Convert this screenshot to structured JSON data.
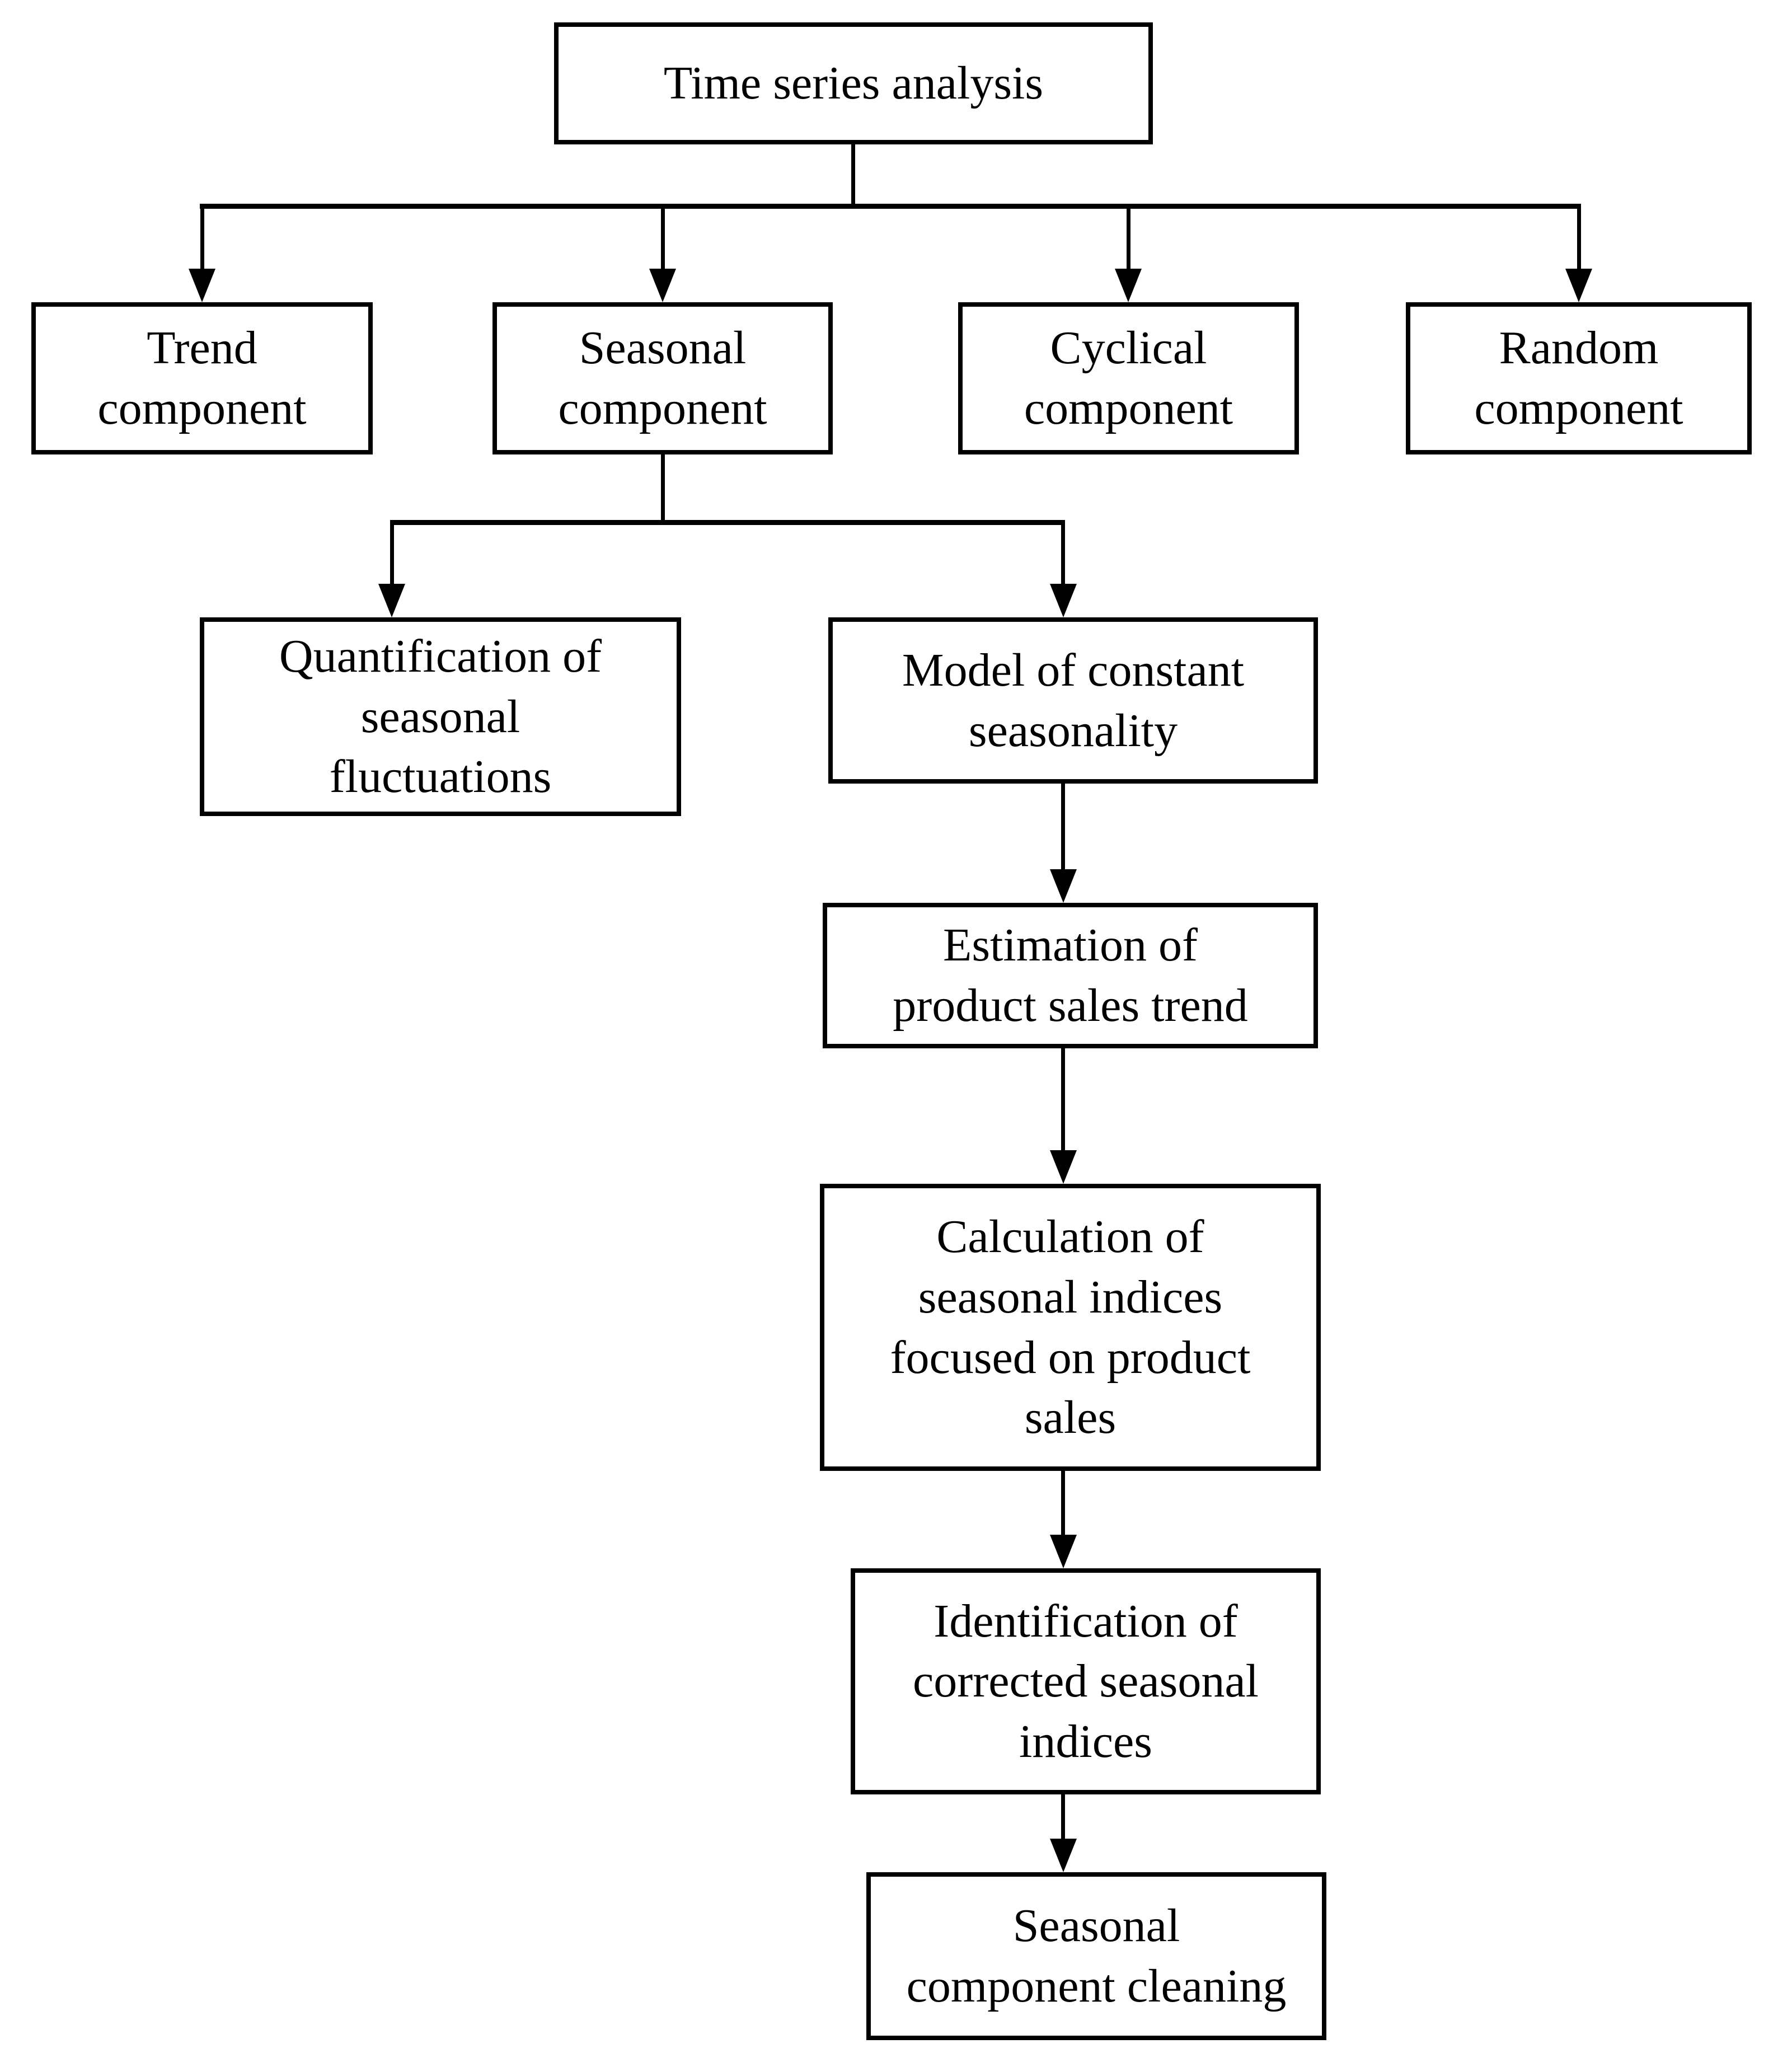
{
  "diagram": {
    "type": "flowchart",
    "colors": {
      "ink": "#000000",
      "background": "#ffffff"
    },
    "nodes": [
      {
        "id": "time-series-analysis",
        "label": "Time series analysis",
        "lines": [
          "Time series analysis"
        ]
      },
      {
        "id": "trend-component",
        "label": "Trend component",
        "lines": [
          "Trend",
          "component"
        ]
      },
      {
        "id": "seasonal-component",
        "label": "Seasonal component",
        "lines": [
          "Seasonal",
          "component"
        ]
      },
      {
        "id": "cyclical-component",
        "label": "Cyclical component",
        "lines": [
          "Cyclical",
          "component"
        ]
      },
      {
        "id": "random-component",
        "label": "Random component",
        "lines": [
          "Random",
          "component"
        ]
      },
      {
        "id": "quantification-of-seasonal-fluctuations",
        "label": "Quantification of seasonal fluctuations",
        "lines": [
          "Quantification of",
          "seasonal",
          "fluctuations"
        ]
      },
      {
        "id": "model-of-constant-seasonality",
        "label": "Model of constant seasonality",
        "lines": [
          "Model of constant",
          "seasonality"
        ]
      },
      {
        "id": "estimation-of-product-sales-trend",
        "label": "Estimation of product sales trend",
        "lines": [
          "Estimation of",
          "product sales trend"
        ]
      },
      {
        "id": "calculation-of-seasonal-indices",
        "label": "Calculation of seasonal indices focused on product sales",
        "lines": [
          "Calculation of",
          "seasonal indices",
          "focused on product",
          "sales"
        ]
      },
      {
        "id": "identification-of-corrected-seasonal-indices",
        "label": "Identification of corrected seasonal indices",
        "lines": [
          "Identification of",
          "corrected seasonal",
          "indices"
        ]
      },
      {
        "id": "seasonal-component-cleaning",
        "label": "Seasonal component cleaning",
        "lines": [
          "Seasonal",
          "component cleaning"
        ]
      }
    ],
    "edges": [
      {
        "from": "time-series-analysis",
        "to": "trend-component"
      },
      {
        "from": "time-series-analysis",
        "to": "seasonal-component"
      },
      {
        "from": "time-series-analysis",
        "to": "cyclical-component"
      },
      {
        "from": "time-series-analysis",
        "to": "random-component"
      },
      {
        "from": "seasonal-component",
        "to": "quantification-of-seasonal-fluctuations"
      },
      {
        "from": "seasonal-component",
        "to": "model-of-constant-seasonality"
      },
      {
        "from": "model-of-constant-seasonality",
        "to": "estimation-of-product-sales-trend"
      },
      {
        "from": "estimation-of-product-sales-trend",
        "to": "calculation-of-seasonal-indices"
      },
      {
        "from": "calculation-of-seasonal-indices",
        "to": "identification-of-corrected-seasonal-indices"
      },
      {
        "from": "identification-of-corrected-seasonal-indices",
        "to": "seasonal-component-cleaning"
      }
    ]
  }
}
